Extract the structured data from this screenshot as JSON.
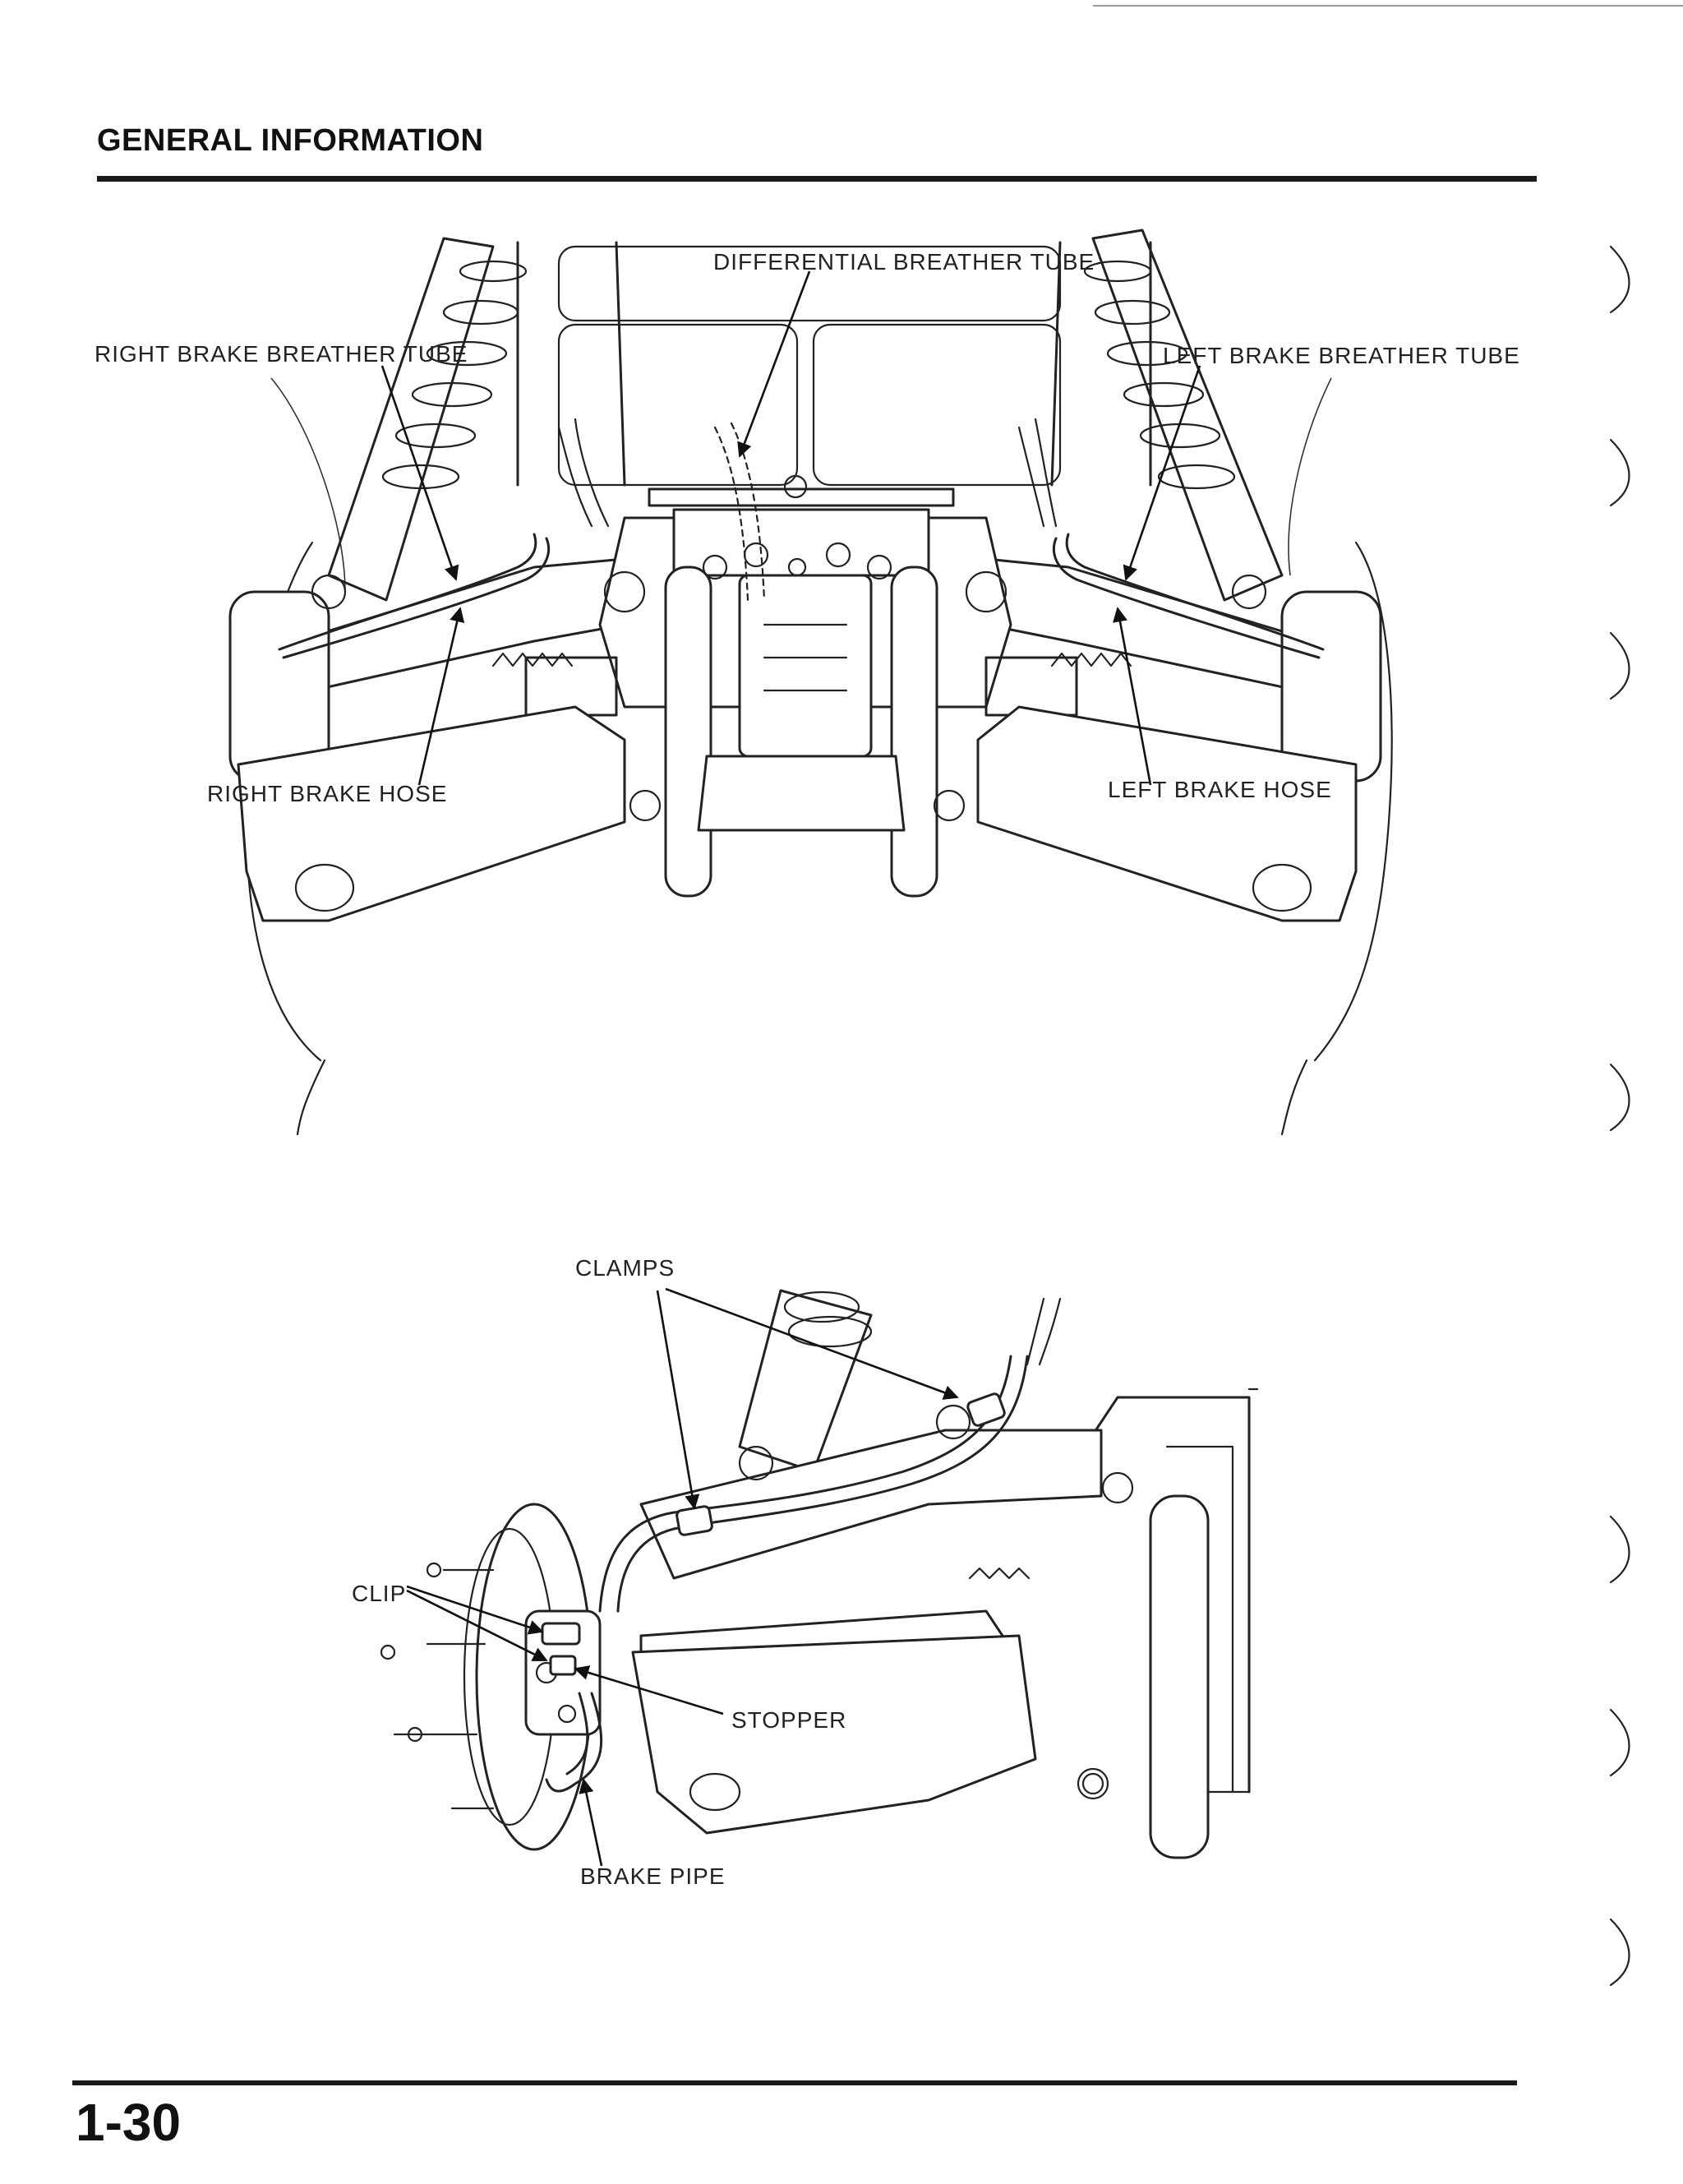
{
  "header": {
    "title": "GENERAL INFORMATION"
  },
  "footer": {
    "page_number": "1-30"
  },
  "figure_top": {
    "labels": {
      "differential_breather_tube": "DIFFERENTIAL BREATHER TUBE",
      "right_brake_breather_tube": "RIGHT BRAKE BREATHER TUBE",
      "left_brake_breather_tube": "LEFT BRAKE BREATHER TUBE",
      "right_brake_hose": "RIGHT BRAKE HOSE",
      "left_brake_hose": "LEFT BRAKE HOSE"
    }
  },
  "figure_bottom": {
    "labels": {
      "clamps": "CLAMPS",
      "clip": "CLIP",
      "stopper": "STOPPER",
      "brake_pipe": "BRAKE PIPE"
    }
  }
}
